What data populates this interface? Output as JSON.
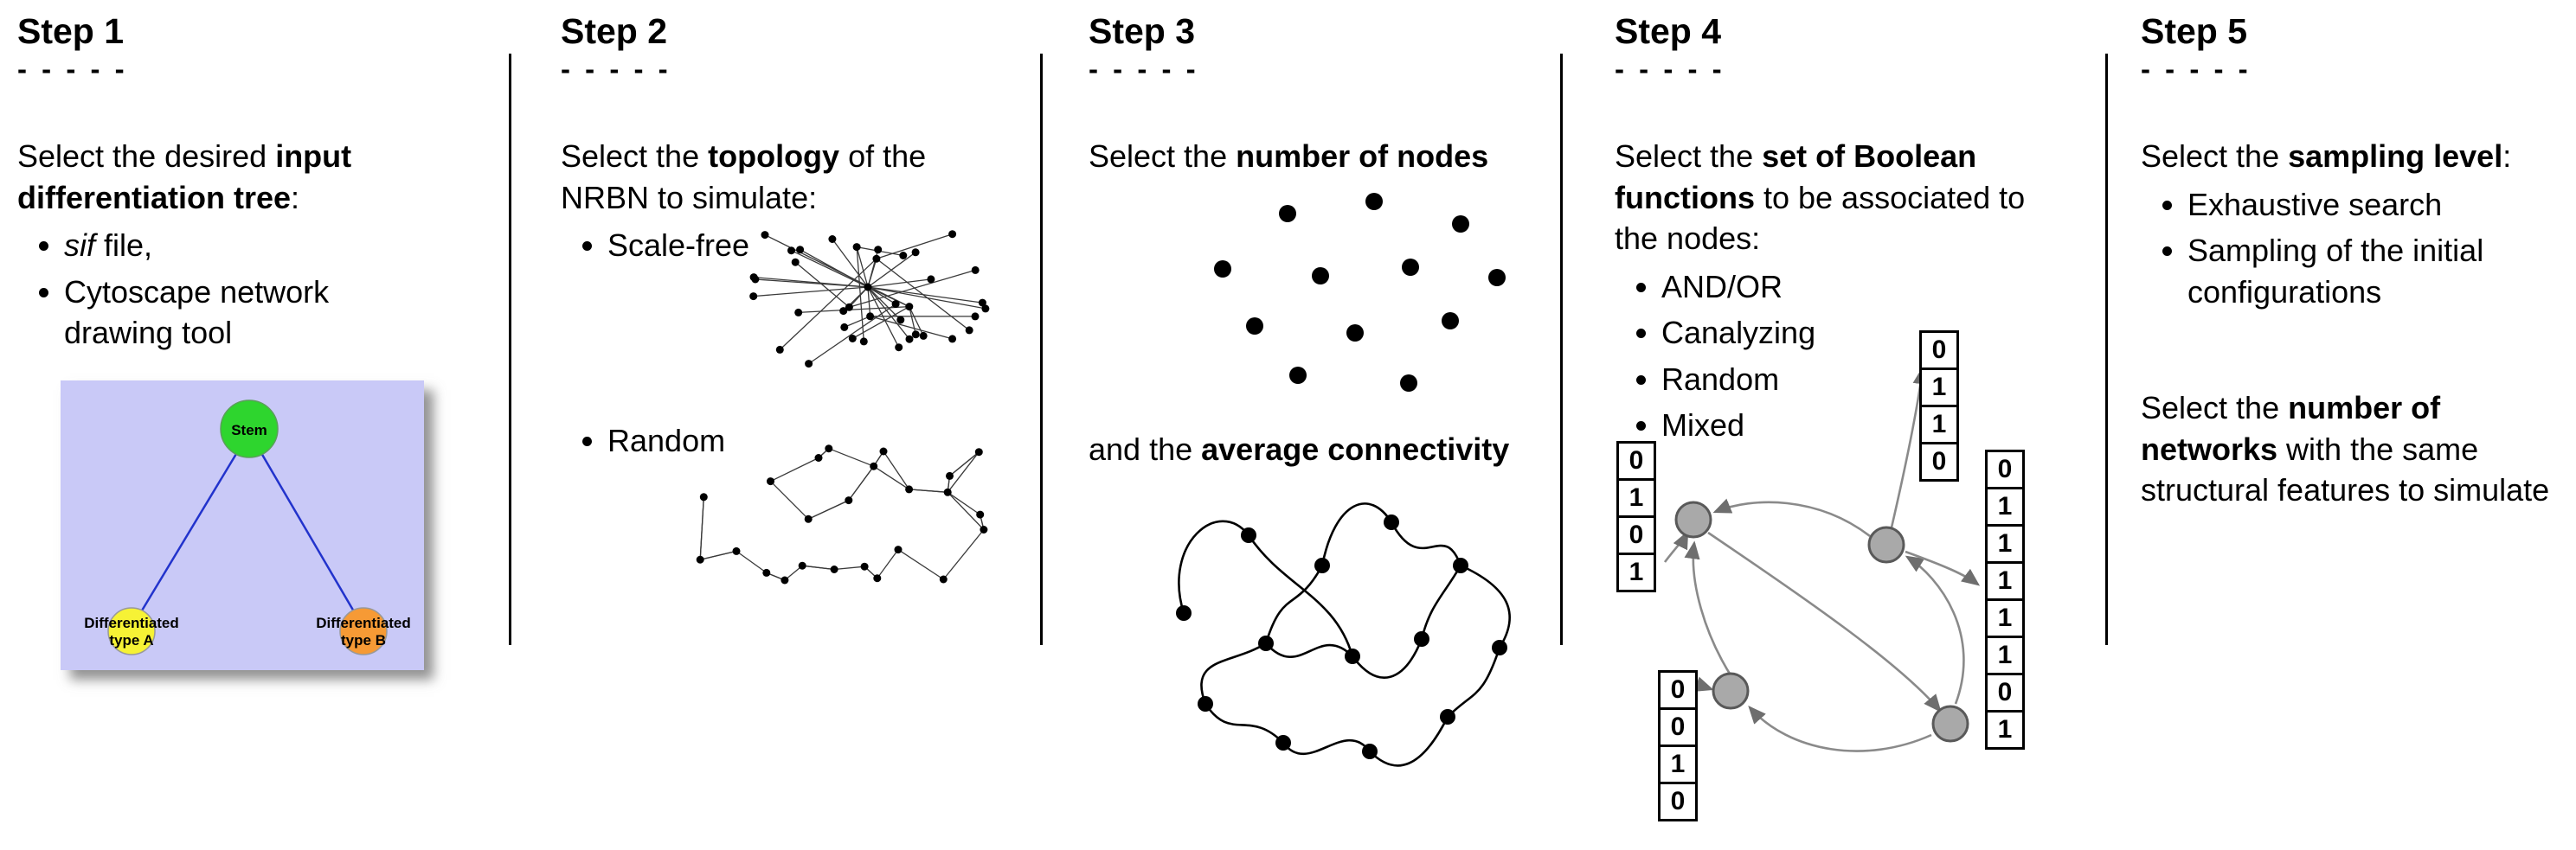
{
  "figure": {
    "background": "#ffffff",
    "divider_color": "#000000"
  },
  "step1": {
    "title": "Step 1",
    "dashes": "- - - - -",
    "intro_pre": "Select the desired ",
    "intro_bold": "input differentiation tree",
    "intro_post": ":",
    "bullet1_italic": "sif",
    "bullet1_rest": " file,",
    "bullet2": "Cytoscape network drawing tool",
    "tree": {
      "root_label": "Stem",
      "left_label_line1": "Differentiated",
      "left_label_line2": "type A",
      "right_label_line1": "Differentiated",
      "right_label_line2": "type B",
      "background": "#c9c9f7",
      "edge_color": "#2233cc",
      "root_color": "#2ed52e",
      "left_color": "#f6f235",
      "right_color": "#f69a35"
    }
  },
  "step2": {
    "title": "Step 2",
    "dashes": "- - - - -",
    "intro_pre": "Select the ",
    "intro_bold": "topology",
    "intro_post": " of the NRBN to simulate:",
    "bullet1": "Scale-free",
    "bullet2": "Random"
  },
  "step3": {
    "title": "Step 3",
    "dashes": "- - - - -",
    "line1_pre": "Select the ",
    "line1_bold": "number of nodes",
    "line2_pre": "and the ",
    "line2_bold": "average connectivity"
  },
  "step4": {
    "title": "Step 4",
    "dashes": "- - - - -",
    "intro_pre": "Select the ",
    "intro_bold": "set of Boolean functions",
    "intro_post": " to be associated to the nodes:",
    "bullets": [
      "AND/OR",
      "Canalyzing",
      "Random",
      "Mixed"
    ],
    "truth_tables": {
      "left_top": [
        "0",
        "1",
        "0",
        "1"
      ],
      "left_bottom": [
        "0",
        "0",
        "1",
        "0"
      ],
      "mid_top": [
        "0",
        "1",
        "1",
        "0"
      ],
      "right": [
        "0",
        "1",
        "1",
        "1",
        "1",
        "1",
        "0",
        "1"
      ]
    }
  },
  "step5": {
    "title": "Step 5",
    "dashes": "- - - - -",
    "intro_pre": "Select the ",
    "intro_bold": "sampling level",
    "intro_post": ":",
    "bullet1": "Exhaustive search",
    "bullet2": "Sampling of the initial configurations",
    "second_pre": "Select the ",
    "second_bold": "number of networks",
    "second_post": " with the same structural features to simulate"
  }
}
